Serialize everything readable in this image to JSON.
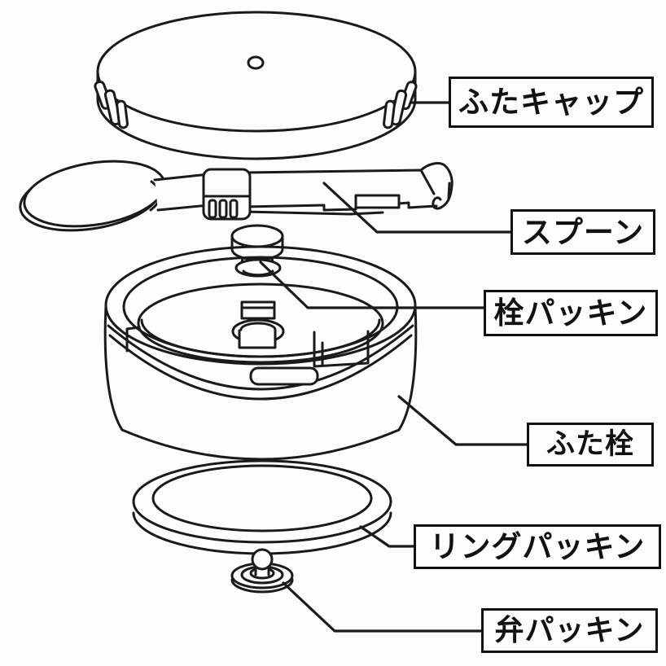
{
  "page": {
    "background": "#fdfdfb",
    "line_color": "#1a1a1a",
    "box_border_color": "#111111"
  },
  "labels": {
    "lid_cap": "ふたキャップ",
    "spoon": "スプーン",
    "plug_gasket": "栓パッキン",
    "lid_plug": "ふた栓",
    "ring_gasket": "リングパッキン",
    "valve_gasket": "弁パッキン"
  }
}
